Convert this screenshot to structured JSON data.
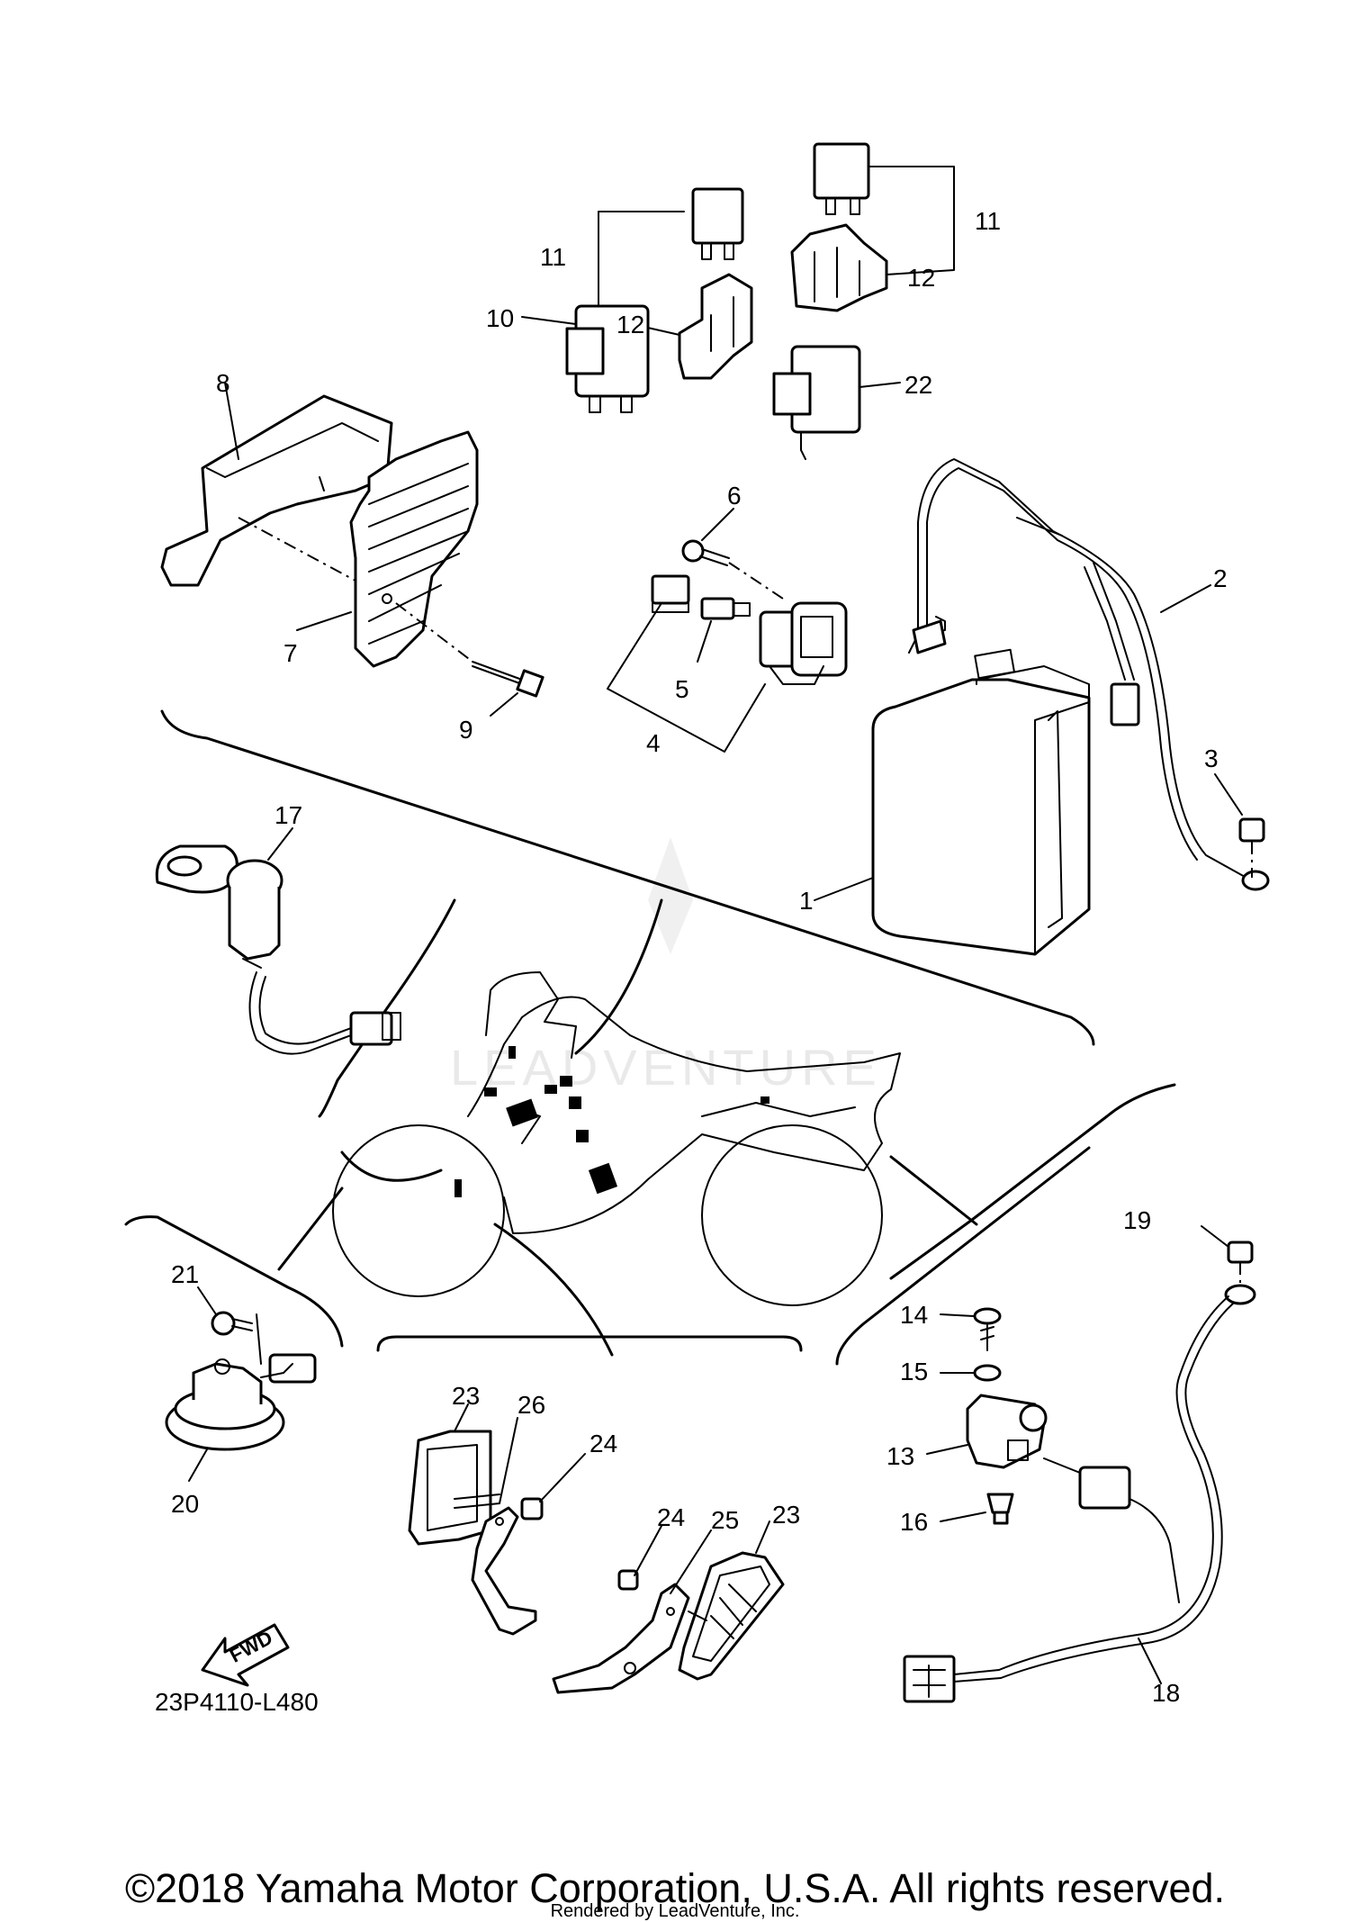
{
  "diagram": {
    "callouts": {
      "c1": "1",
      "c2": "2",
      "c3": "3",
      "c4": "4",
      "c5": "5",
      "c6": "6",
      "c7": "7",
      "c8": "8",
      "c9": "9",
      "c10": "10",
      "c11a": "11",
      "c11b": "11",
      "c12a": "12",
      "c12b": "12",
      "c13": "13",
      "c14": "14",
      "c15": "15",
      "c16": "16",
      "c17": "17",
      "c18": "18",
      "c19": "19",
      "c20": "20",
      "c21": "21",
      "c22": "22",
      "c23a": "23",
      "c23b": "23",
      "c24a": "24",
      "c24b": "24",
      "c25": "25",
      "c26": "26"
    },
    "fwd_label": "FWD",
    "part_code": "23P4110-L480",
    "watermark": "LEADVENTURE"
  },
  "footer": {
    "copyright": "©2018 Yamaha Motor Corporation, U.S.A. All rights reserved.",
    "rendered_by": "Rendered by LeadVenture, Inc."
  }
}
